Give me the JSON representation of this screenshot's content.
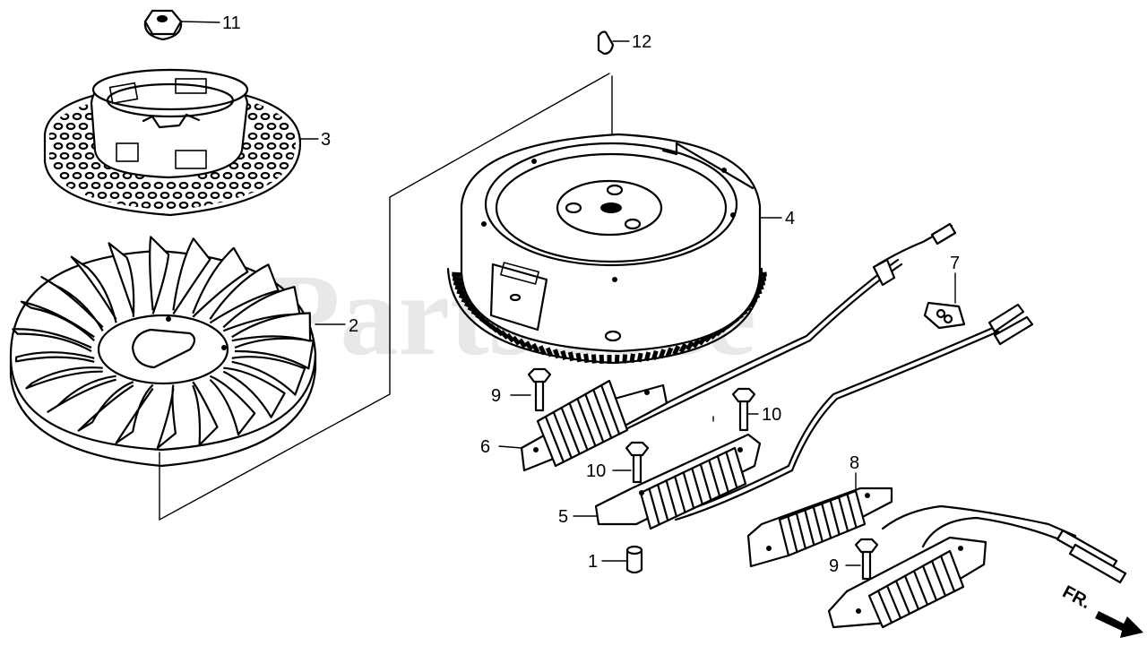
{
  "watermark": "PartsTree",
  "direction_label": "FR.",
  "callouts": [
    {
      "id": "c11",
      "label": "11",
      "part": "nut"
    },
    {
      "id": "c12",
      "label": "12",
      "part": "key"
    },
    {
      "id": "c3",
      "label": "3",
      "part": "starter pulley / screen"
    },
    {
      "id": "c4",
      "label": "4",
      "part": "flywheel"
    },
    {
      "id": "c7",
      "label": "7",
      "part": "clip"
    },
    {
      "id": "c2",
      "label": "2",
      "part": "cooling fan"
    },
    {
      "id": "c9a",
      "label": "9",
      "part": "bolt"
    },
    {
      "id": "c10a",
      "label": "10",
      "part": "bolt"
    },
    {
      "id": "c6",
      "label": "6",
      "part": "coil"
    },
    {
      "id": "c10b",
      "label": "10",
      "part": "bolt"
    },
    {
      "id": "c8",
      "label": "8",
      "part": "coil"
    },
    {
      "id": "c5",
      "label": "5",
      "part": "coil"
    },
    {
      "id": "c1",
      "label": "1",
      "part": "dowel pin"
    },
    {
      "id": "c9b",
      "label": "9",
      "part": "bolt"
    }
  ]
}
